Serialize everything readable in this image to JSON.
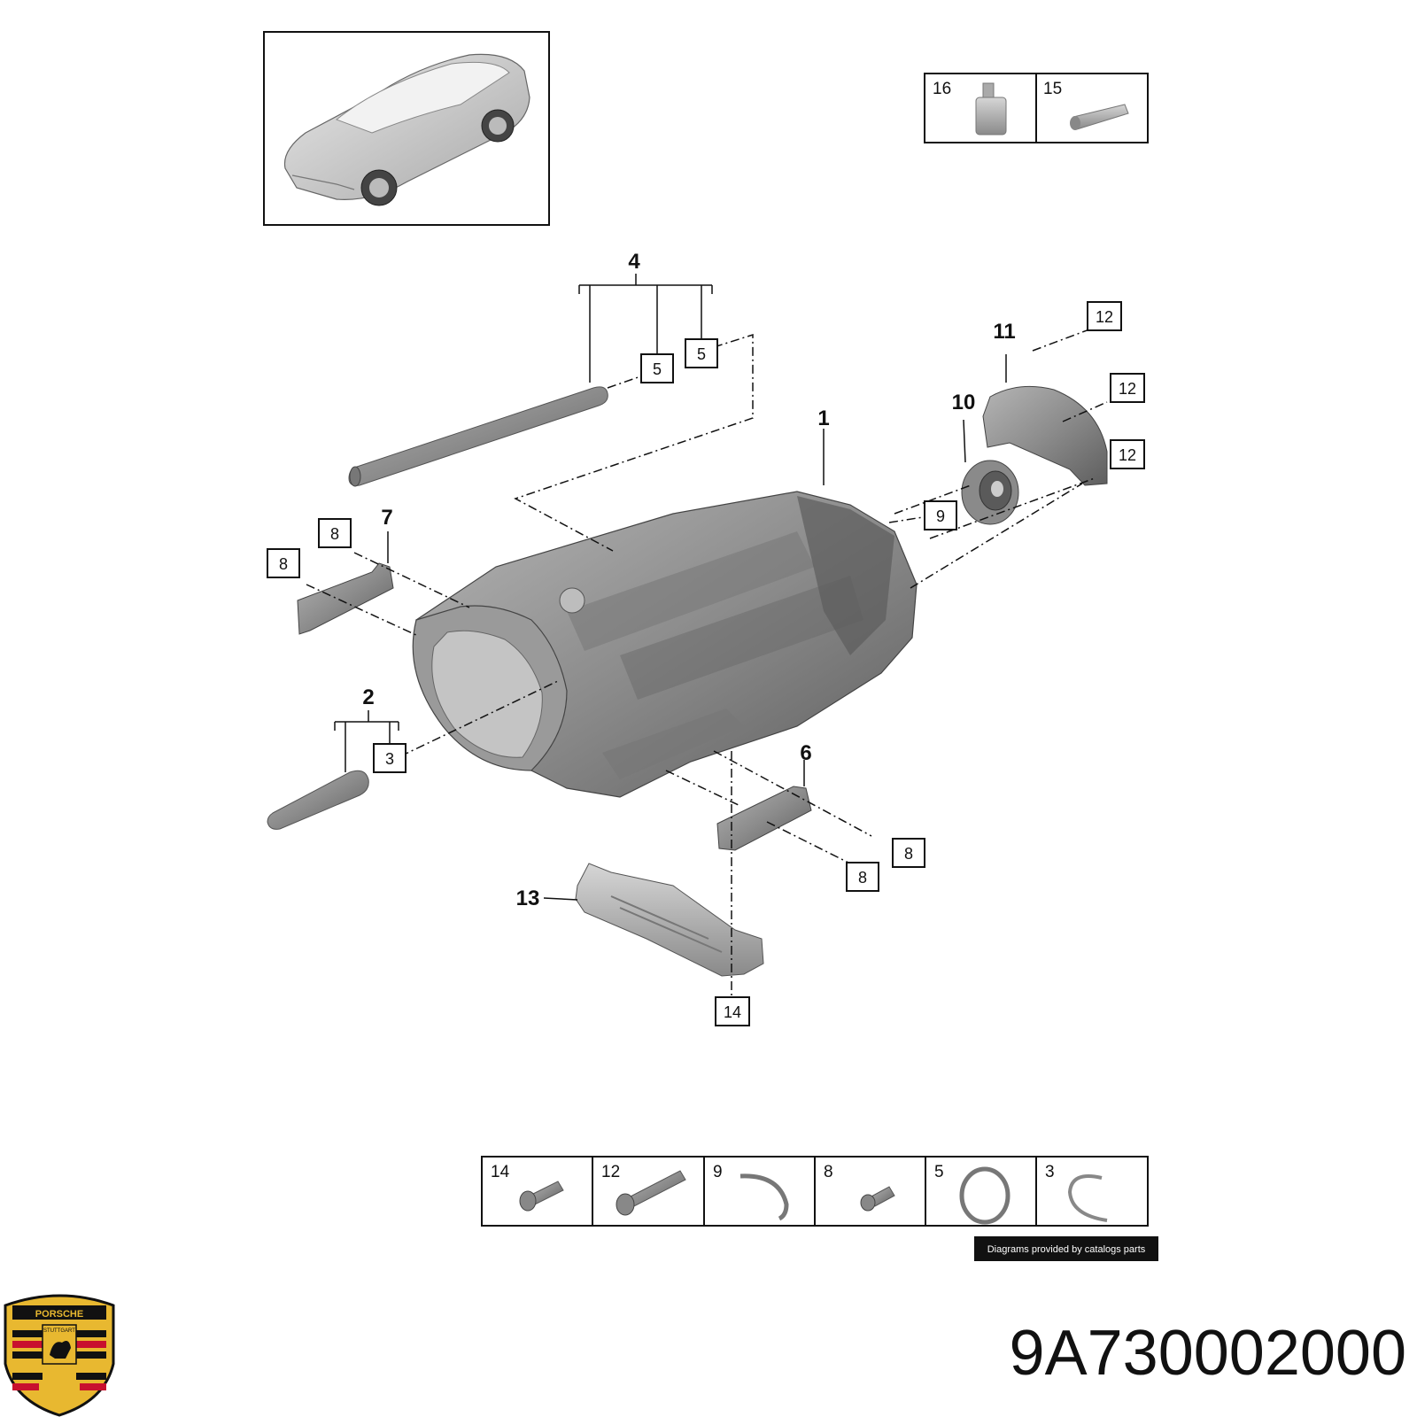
{
  "diagram": {
    "callouts": [
      {
        "id": "c1",
        "label": "1"
      },
      {
        "id": "c2",
        "label": "2"
      },
      {
        "id": "c4",
        "label": "4"
      },
      {
        "id": "c6",
        "label": "6"
      },
      {
        "id": "c7",
        "label": "7"
      },
      {
        "id": "c10",
        "label": "10"
      },
      {
        "id": "c11",
        "label": "11"
      },
      {
        "id": "c13",
        "label": "13"
      }
    ],
    "boxed_callouts": [
      {
        "id": "b5a",
        "label": "5"
      },
      {
        "id": "b5b",
        "label": "5"
      },
      {
        "id": "b12a",
        "label": "12"
      },
      {
        "id": "b12b",
        "label": "12"
      },
      {
        "id": "b12c",
        "label": "12"
      },
      {
        "id": "b9",
        "label": "9"
      },
      {
        "id": "b8a",
        "label": "8"
      },
      {
        "id": "b8b",
        "label": "8"
      },
      {
        "id": "b3",
        "label": "3"
      },
      {
        "id": "b8c",
        "label": "8"
      },
      {
        "id": "b8d",
        "label": "8"
      },
      {
        "id": "b14",
        "label": "14"
      }
    ],
    "consumables": [
      {
        "label": "16",
        "icon": "oil-bottle-icon"
      },
      {
        "label": "15",
        "icon": "grease-tube-icon"
      }
    ],
    "fasteners": [
      {
        "label": "14",
        "icon": "short-bolt-icon"
      },
      {
        "label": "12",
        "icon": "long-bolt-icon"
      },
      {
        "label": "9",
        "icon": "circlip-icon"
      },
      {
        "label": "8",
        "icon": "small-bolt-icon"
      },
      {
        "label": "5",
        "icon": "o-ring-icon"
      },
      {
        "label": "3",
        "icon": "snap-ring-icon"
      }
    ],
    "credit": "Diagrams provided by catalogs parts",
    "part_number": "9A730002000",
    "logo": {
      "text": "PORSCHE",
      "sub": "STUTTGART",
      "colors": {
        "gold": "#e8b830",
        "red": "#c8102e",
        "black": "#111111"
      }
    }
  }
}
